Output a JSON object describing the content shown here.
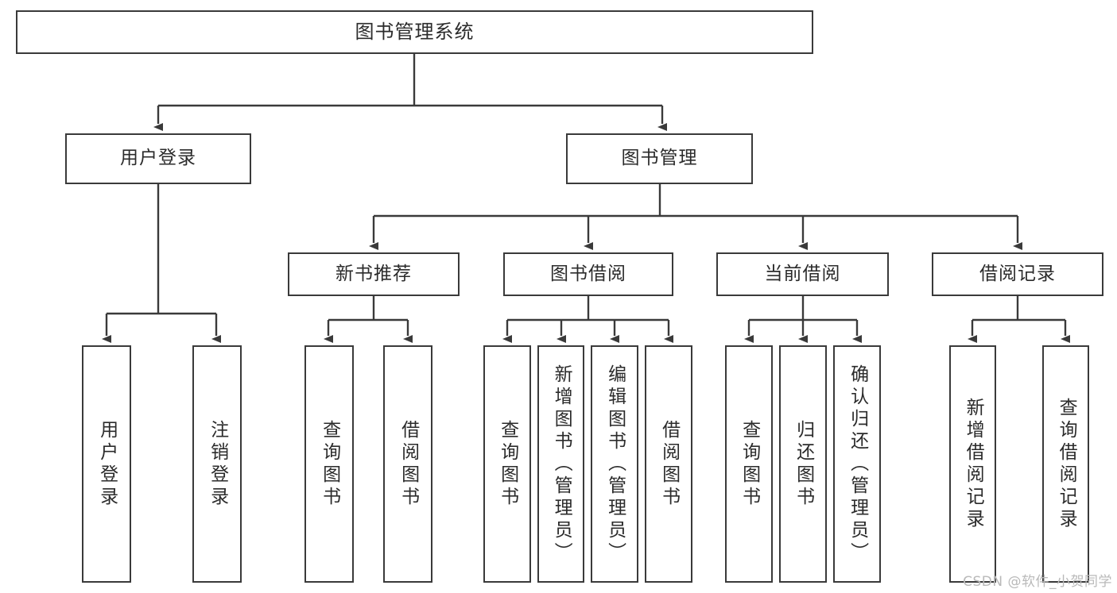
{
  "diagram": {
    "title": "图书管理系统",
    "type": "tree",
    "theme": {
      "box_border": "#3a3a3a",
      "box_fill": "#ffffff",
      "text": "#2b2b2b",
      "connector": "#3a3a3a",
      "watermark": "#b9b9b9",
      "background": "#ffffff"
    },
    "watermark": "CSDN @软件_小贺同学",
    "root": {
      "label": "图书管理系统"
    },
    "level1": [
      {
        "label": "用户登录"
      },
      {
        "label": "图书管理"
      }
    ],
    "level2": [
      {
        "label": "新书推荐"
      },
      {
        "label": "图书借阅"
      },
      {
        "label": "当前借阅"
      },
      {
        "label": "借阅记录"
      }
    ],
    "leaves": {
      "user_login": [
        {
          "label": "用户登录"
        },
        {
          "label": "注销登录"
        }
      ],
      "new_book_recommend": [
        {
          "label": "查询图书"
        },
        {
          "label": "借阅图书"
        }
      ],
      "book_borrow": [
        {
          "label": "查询图书"
        },
        {
          "label": "新增图书（管理员）"
        },
        {
          "label": "编辑图书（管理员）"
        },
        {
          "label": "借阅图书"
        }
      ],
      "current_borrow": [
        {
          "label": "查询图书"
        },
        {
          "label": "归还图书"
        },
        {
          "label": "确认归还（管理员）"
        }
      ],
      "borrow_record": [
        {
          "label": "新增借阅记录"
        },
        {
          "label": "查询借阅记录"
        }
      ]
    }
  }
}
